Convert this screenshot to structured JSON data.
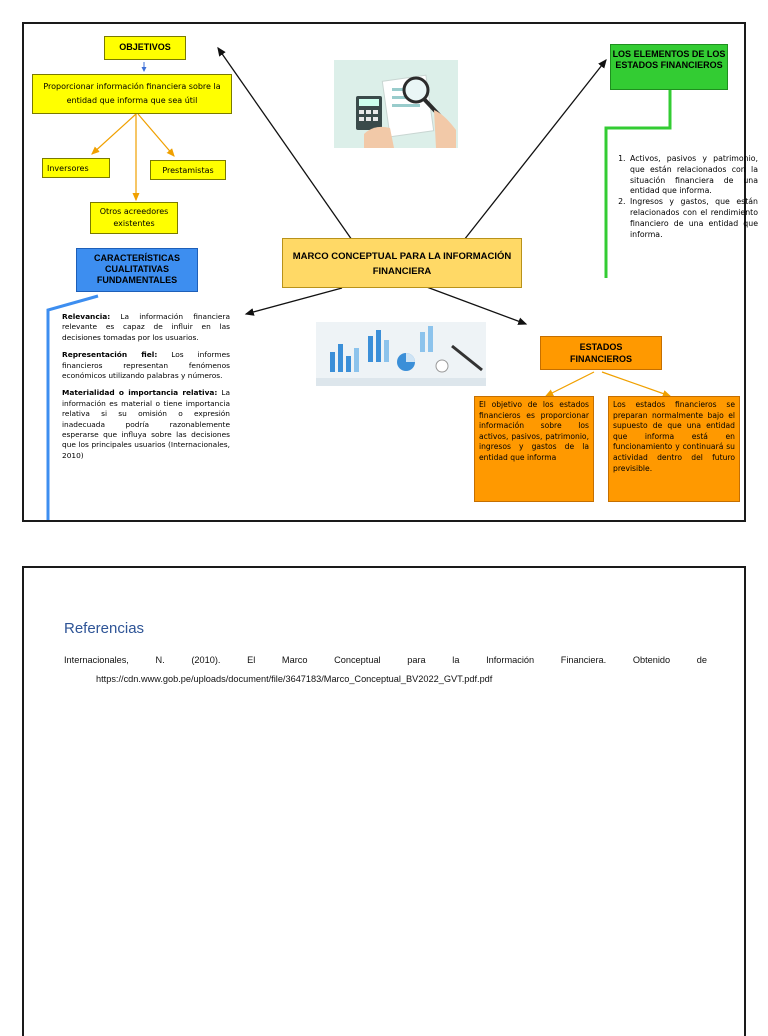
{
  "page1": {
    "objetivos": {
      "title": "OBJETIVOS",
      "description": "Proporcionar información financiera sobre la entidad que informa que sea útil",
      "targets": [
        "Inversores",
        "Prestamistas",
        "Otros acreedores existentes"
      ]
    },
    "caracteristicas": {
      "title": "CARACTERÍSTICAS CUALITATIVAS FUNDAMENTALES",
      "items": [
        {
          "term": "Relevancia:",
          "text": " La información financiera relevante es capaz de influir en las decisiones tomadas por los usuarios."
        },
        {
          "term": "Representación fiel:",
          "text": " Los informes financieros representan fenómenos económicos utilizando palabras y números."
        },
        {
          "term": "Materialidad o importancia relativa:",
          "text": " La información es material o tiene importancia relativa si su omisión o expresión inadecuada podría razonablemente esperarse que influya sobre las decisiones que los principales usuarios (Internacionales, 2010)"
        }
      ]
    },
    "central": {
      "title": "MARCO CONCEPTUAL PARA LA INFORMACIÓN FINANCIERA"
    },
    "elementos": {
      "title": "LOS ELEMENTOS DE LOS ESTADOS FINANCIEROS",
      "items": [
        "Activos, pasivos y patrimonio, que están relacionados con la situación financiera de una entidad que informa.",
        "Ingresos y gastos, que están relacionados con el rendimiento financiero de una entidad que informa."
      ]
    },
    "estados": {
      "title": "ESTADOS FINANCIEROS",
      "boxes": [
        "El objetivo de los estados financieros es proporcionar información sobre los activos, pasivos, patrimonio, ingresos y gastos de la entidad que informa",
        "Los estados financieros se preparan normalmente bajo el supuesto de que una entidad que informa está en funcionamiento y continuará su actividad dentro del futuro previsible."
      ]
    },
    "images": {
      "top": "financial-documents-magnifier-illustration",
      "bottom": "financial-charts-illustration"
    },
    "colors": {
      "yellow": "#ffff00",
      "central": "#ffd966",
      "blue": "#3d8ef0",
      "green": "#33cc33",
      "orange": "#ff9900"
    }
  },
  "page2": {
    "heading": "Referencias",
    "reference_line1": "Internacionales, N. (2010). El Marco Conceptual para la Información Financiera. Obtenido de",
    "reference_url": "https://cdn.www.gob.pe/uploads/document/file/3647183/Marco_Conceptual_BV2022_GVT.pdf.pdf"
  }
}
